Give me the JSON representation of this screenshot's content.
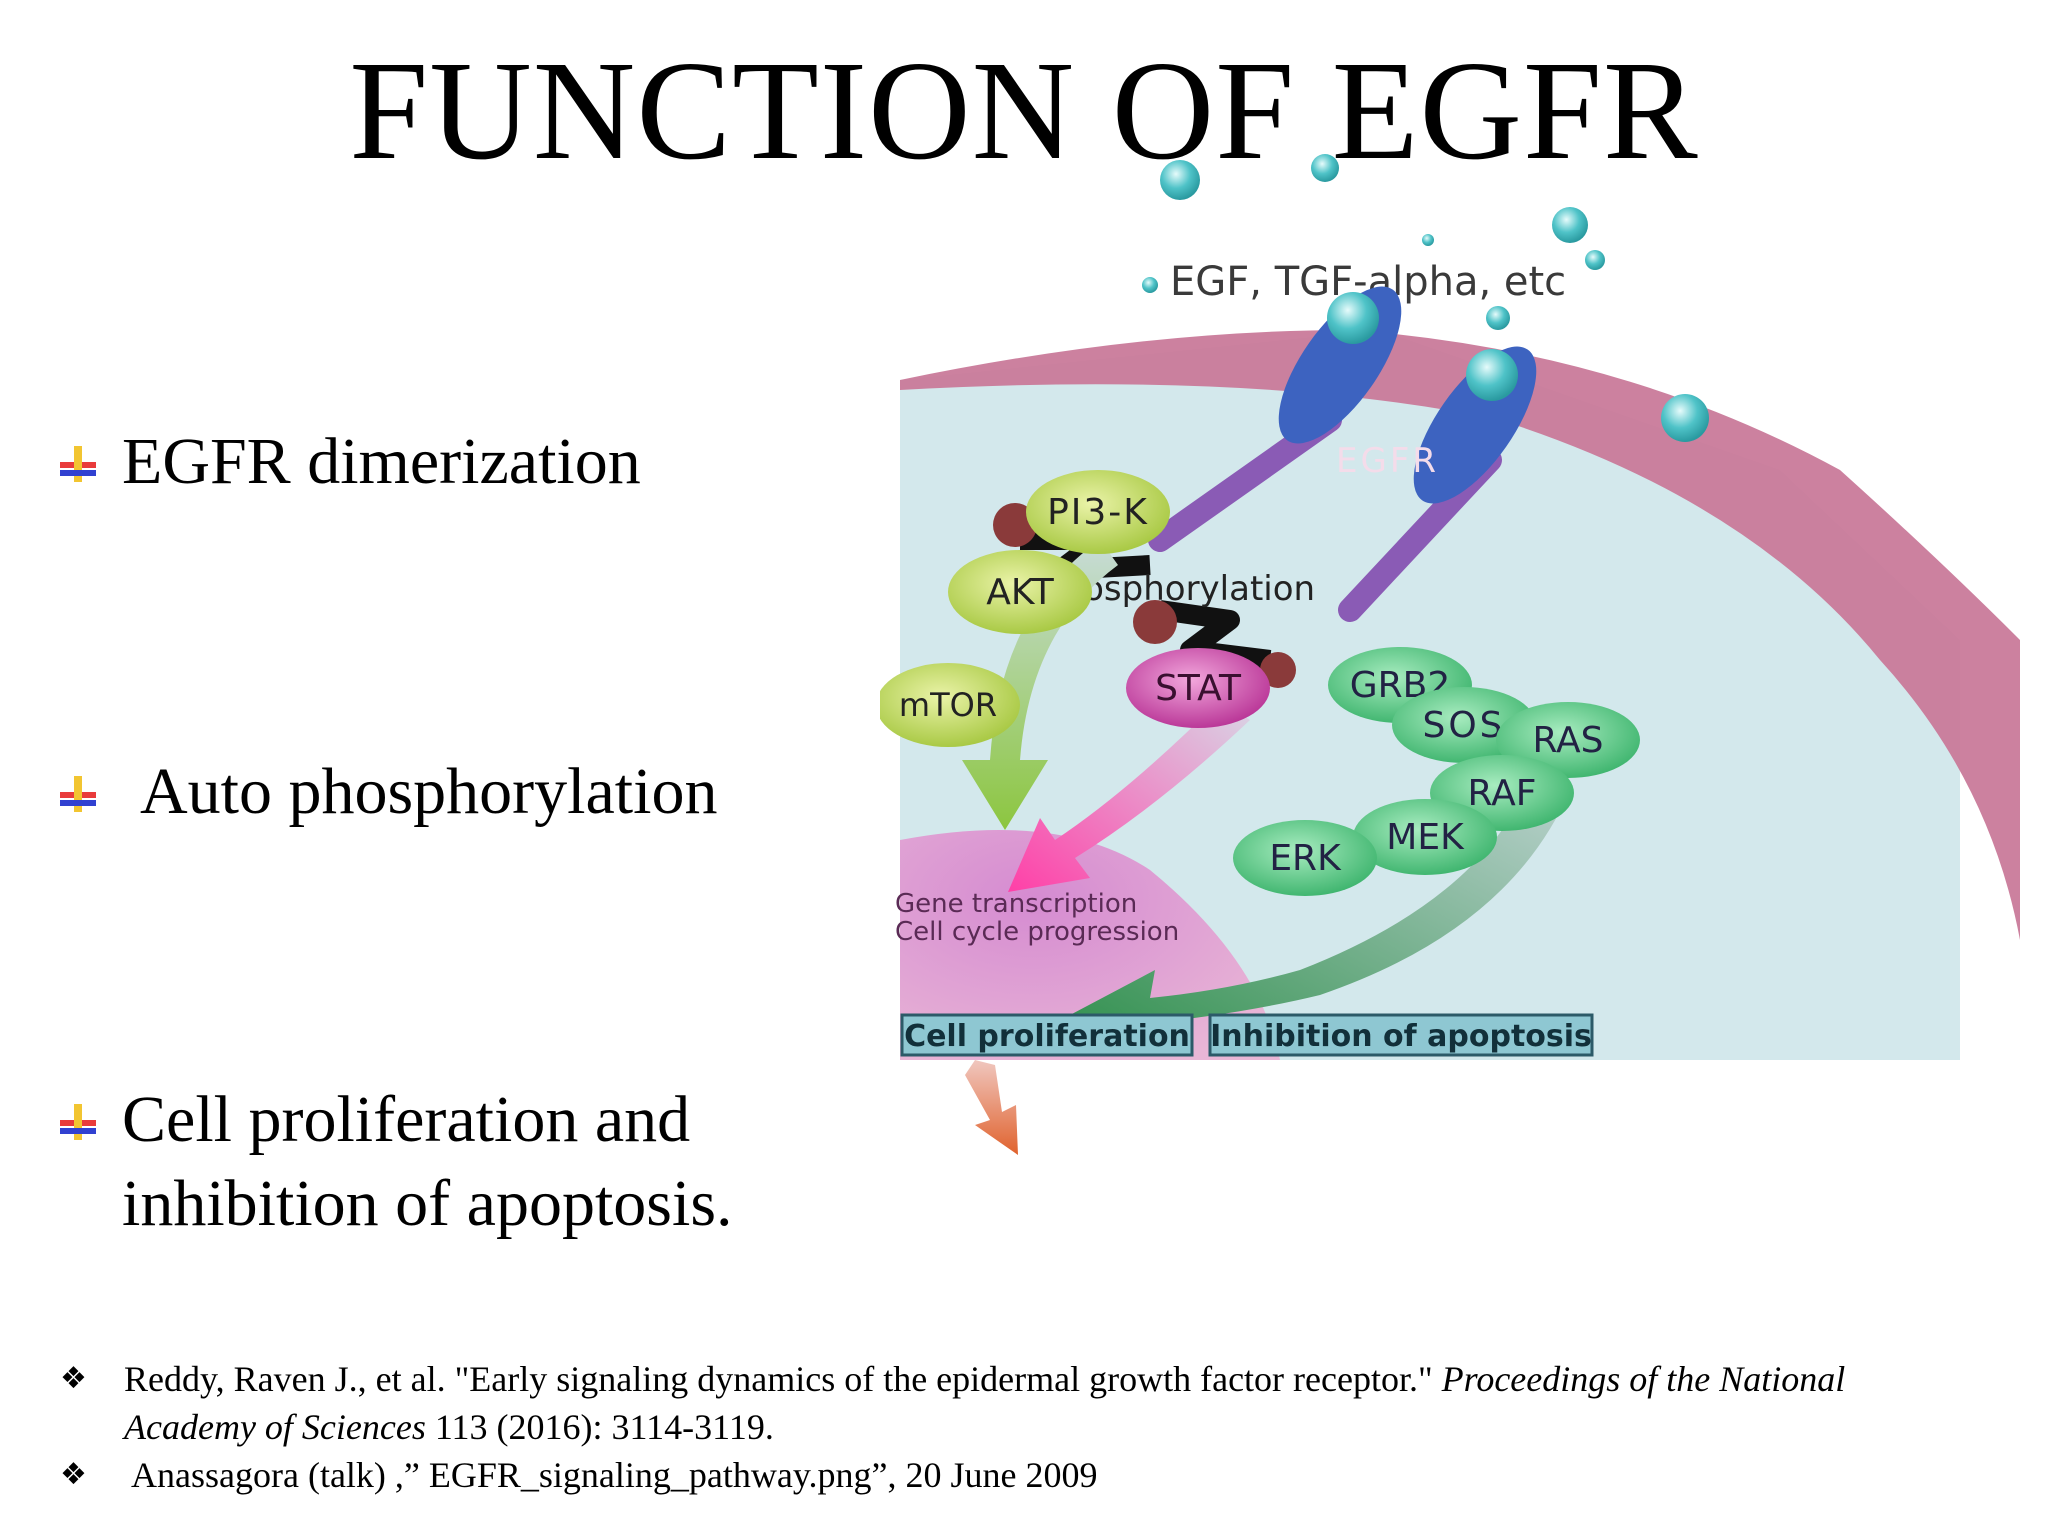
{
  "slide": {
    "title": "FUNCTION OF EGFR",
    "bullets": [
      "EGFR dimerization",
      "Auto phosphorylation",
      "Cell proliferation and",
      "inhibition of apoptosis."
    ],
    "references": [
      {
        "pre": "Reddy, Raven J., et al. \"Early signaling dynamics of the epidermal growth factor receptor.\" ",
        "journal": "Proceedings of the National",
        "journal2": "Academy of Sciences",
        "post": " 113 (2016): 3114-3119."
      },
      {
        "text": " Anassagora (talk) ,” EGFR_signaling_pathway.png”, 20 June 2009"
      }
    ]
  },
  "diagram": {
    "ligand_label": "EGF, TGF-alpha, etc",
    "receptor_label": "EGFR",
    "phosphorylation_label": "phosphorylation",
    "nodes": {
      "pi3k": "PI3-K",
      "akt": "AKT",
      "mtor": "mTOR",
      "stat": "STAT",
      "grb2": "GRB2",
      "sos": "SOS",
      "ras": "RAS",
      "raf": "RAF",
      "mek": "MEK",
      "erk": "ERK"
    },
    "nucleus_line1": "Gene transcription",
    "nucleus_line2": "Cell cycle progression",
    "outcome_1": "Cell proliferation",
    "outcome_2": "Inhibition of apoptosis"
  },
  "colors": {
    "membrane": "#c97a9a",
    "cytoplasm": "#d3e8ec",
    "nucleus": "#cf83c8",
    "pi3k_path": "#b5cf4c",
    "ras_path": "#4fbd78",
    "stat": "#c03d9c",
    "receptor": "#3d63c0",
    "ligand": "#4fc3c8",
    "outcome_box": "#8ec7d2"
  }
}
